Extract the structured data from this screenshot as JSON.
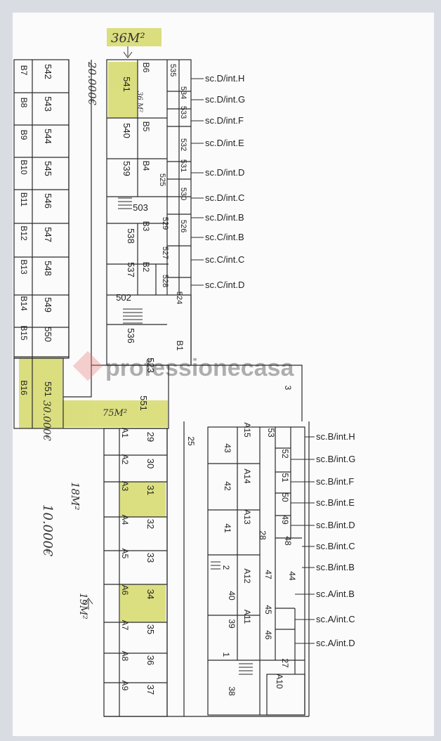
{
  "stair_labels": [
    "sc.D/int.H",
    "sc.D/int.G",
    "sc.D/int.F",
    "sc.D/int.E",
    "sc.D/int.D",
    "sc.D/int.C",
    "sc.D/int.B",
    "sc.C/int.B",
    "sc.C/int.C",
    "sc.C/int.D",
    "sc.B/int.H",
    "sc.B/int.G",
    "sc.B/int.F",
    "sc.B/int.E",
    "sc.B/int.D",
    "sc.B/int.C",
    "sc.B/int.B",
    "sc.A/int.B",
    "sc.A/int.C",
    "sc.A/int.D"
  ],
  "left_row": {
    "b_labels": [
      "B7",
      "B8",
      "B9",
      "B10",
      "B11",
      "B12",
      "B13",
      "B14",
      "B15",
      "B16"
    ],
    "units": [
      "542",
      "543",
      "544",
      "545",
      "546",
      "547",
      "548",
      "549",
      "550",
      "551"
    ]
  },
  "upper_block": {
    "b_labels": [
      "B6",
      "B5",
      "B4",
      "B3",
      "B2",
      "B1"
    ],
    "units": [
      "541",
      "540",
      "539",
      "538",
      "537",
      "536",
      "503",
      "502",
      "523",
      "551"
    ],
    "small_units": [
      "535",
      "534",
      "533",
      "532",
      "531",
      "530",
      "525",
      "529",
      "526",
      "527",
      "528",
      "524"
    ]
  },
  "lower_block": {
    "a_labels": [
      "A1",
      "A2",
      "A3",
      "A4",
      "A5",
      "A6",
      "A7",
      "A8",
      "A9"
    ],
    "units": [
      "29",
      "30",
      "31",
      "32",
      "33",
      "34",
      "35",
      "36",
      "37"
    ],
    "corridor_label": "25"
  },
  "right_block": {
    "a_labels": [
      "A15",
      "A14",
      "A13",
      "A12",
      "A11",
      "A10"
    ],
    "units": [
      "43",
      "42",
      "41",
      "40",
      "39",
      "38",
      "47",
      "45",
      "46",
      "44",
      "48",
      "49",
      "50",
      "51",
      "52",
      "53",
      "27",
      "28",
      "1",
      "2"
    ],
    "connector": "3"
  },
  "annotations": {
    "top_area": "36M²",
    "price_top": "20.000€",
    "b6_area": "36 M²",
    "price_bottom": "30.000€",
    "b16_area": "75M²",
    "a3_area": "18M²",
    "price_a": "10.000€",
    "a6_area": "19M²"
  },
  "watermark": "professionecasa",
  "colors": {
    "paper": "#fbfbfc",
    "line": "#2a2a2a",
    "highlight": "#d6d96a",
    "watermark": "#e87a78"
  }
}
